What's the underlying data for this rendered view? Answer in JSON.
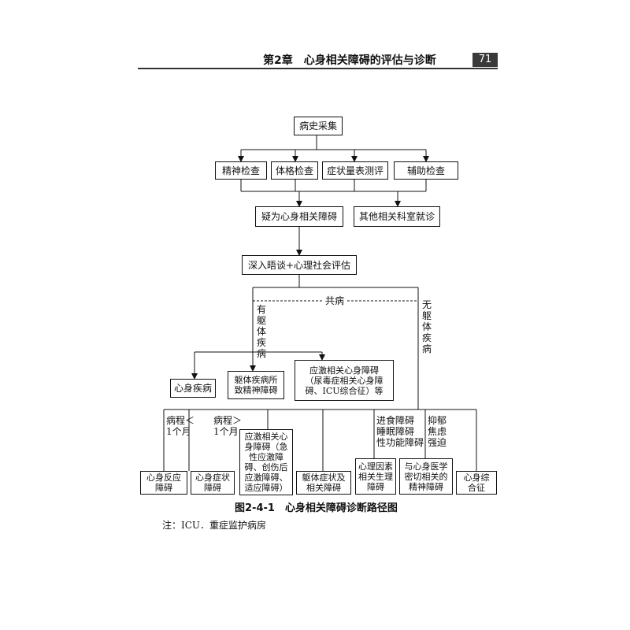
{
  "header": {
    "chapter_title": "第2章　心身相关障碍的评估与诊断",
    "page_number": "71"
  },
  "diagram": {
    "nodes": {
      "history": "病史采集",
      "psych_exam": "精神检查",
      "physical_exam": "体格检查",
      "symptom_scale": "症状量表测评",
      "aux_exam": "辅助检查",
      "suspected": "疑为心身相关障碍",
      "other_dept": "其他相关科室就诊",
      "deep_interview": "深入晤谈+心理社会评估",
      "psychosomatic_disease": "心身疾病",
      "somatic_induced": "躯体疾病所\n致精神障碍",
      "stress_related": "应激相关心身障碍\n（尿毒症相关心身障\n碍、ICU综合征）等",
      "reactive": "心身反应\n障碍",
      "symptom_disorder": "心身症状\n障碍",
      "stress_disorders": "应激相关心\n身障碍（急\n性应激障\n碍、创伤后\n应激障碍、\n适应障碍）",
      "somatic_symptom": "躯体症状及\n相关障碍",
      "psych_factor": "心理因素\n相关生理\n障碍",
      "medical_psych": "与心身医学\n密切相关的\n精神障碍",
      "syndrome": "心身综\n合征"
    },
    "labels": {
      "comorbid": "共病",
      "with_somatic": "有\n躯\n体\n疾\n病",
      "without_somatic": "无\n躯\n体\n疾\n病",
      "course_less": "病程＜\n1个月",
      "course_more": "病程＞\n1个月",
      "eating_sleep": "进食障碍\n睡眠障碍\n性功能障碍",
      "mood": "抑郁\n焦虑\n强迫"
    }
  },
  "caption": "图2-4-1　心身相关障碍诊断路径图",
  "note": "注：ICU．重症监护病房"
}
